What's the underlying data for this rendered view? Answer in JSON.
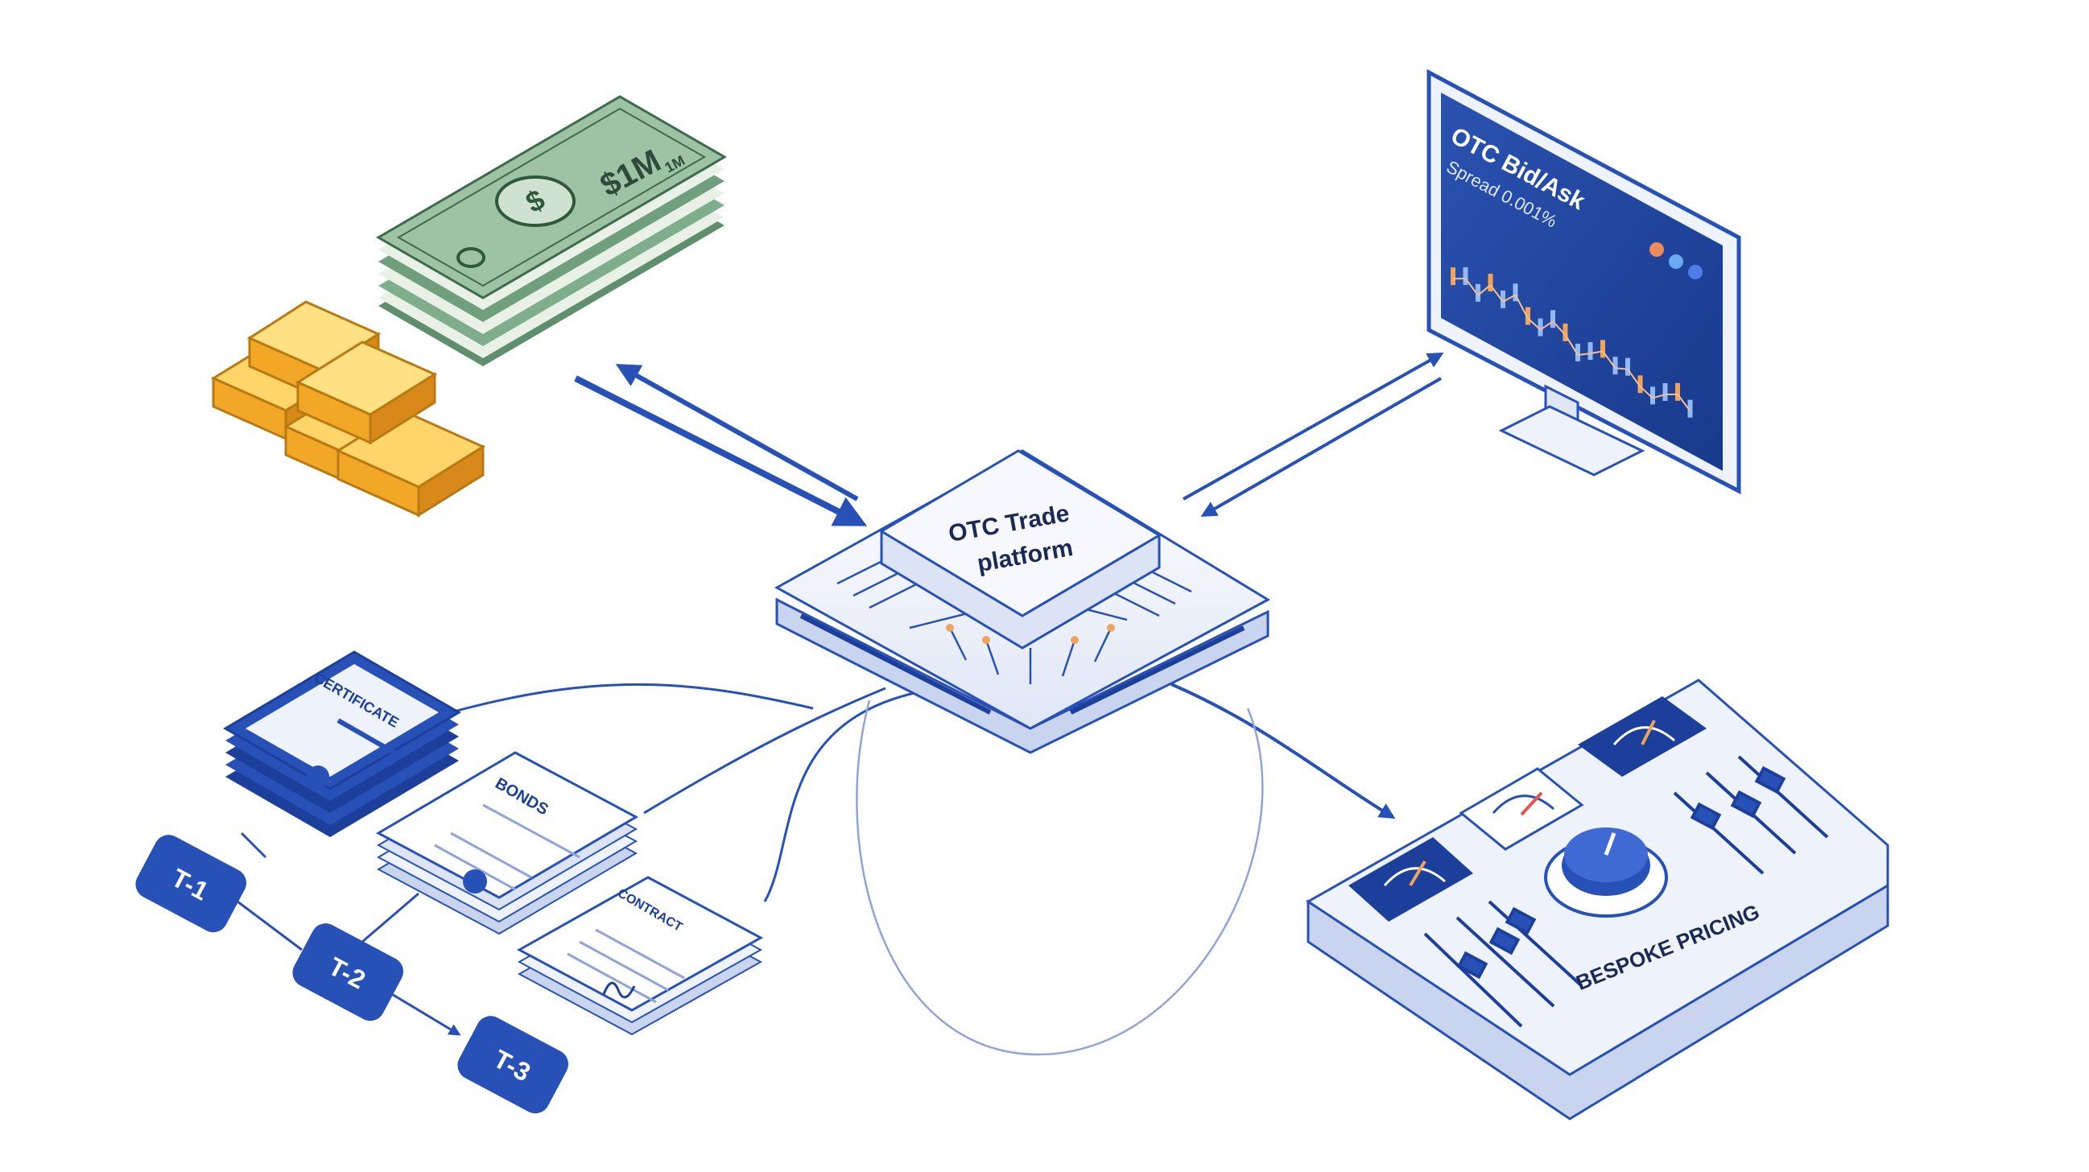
{
  "hub": {
    "label_line1": "OTC Trade",
    "label_line2": "platform"
  },
  "cash_stack": {
    "note_value": "$1M",
    "note_corner": "1M"
  },
  "monitor": {
    "title": "OTC Bid/Ask",
    "subtitle": "Spread 0.001%",
    "dot_colors": [
      "#f08a5d",
      "#6aa8f0",
      "#4f7be8"
    ]
  },
  "documents": {
    "doc1_title": "CERTIFICATE",
    "doc2_title": "BONDS",
    "doc3_title": "CONTRACT"
  },
  "settlement": {
    "steps": [
      "T-1",
      "T-2",
      "T-3"
    ]
  },
  "console": {
    "label": "BESPOKE PRICING"
  },
  "colors": {
    "primary_blue": "#2851b8",
    "dark_blue": "#1d3f9c",
    "light_panel": "#eef2fb",
    "gold": "#f2b431",
    "money_green": "#7fae8c",
    "accent_orange": "#f0a35a"
  }
}
